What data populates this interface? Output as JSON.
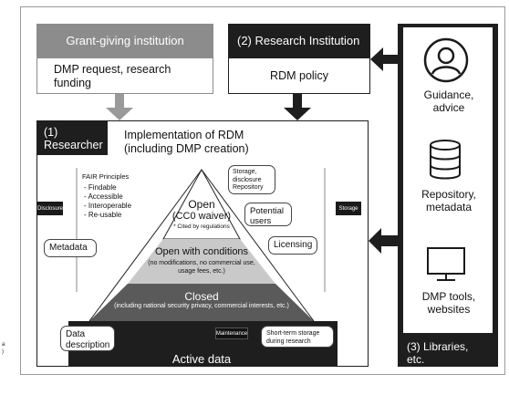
{
  "side_caption": "a\n)",
  "grant": {
    "title": "Grant-giving institution",
    "body": "DMP request, research funding"
  },
  "research_institution": {
    "title": "(2) Research Institution",
    "body": "RDM policy"
  },
  "libraries": {
    "items": [
      {
        "icon": "person-icon",
        "label": "Guidance, advice"
      },
      {
        "icon": "database-icon",
        "label": "Repository, metadata"
      },
      {
        "icon": "monitor-icon",
        "label": "DMP tools, websites"
      }
    ],
    "title": "(3) Libraries, etc."
  },
  "researcher": {
    "tab": "(1) Researcher",
    "heading": "Implementation of RDM (including DMP creation)"
  },
  "fair": {
    "title": "FAIR Principles",
    "items": [
      "- Findable",
      "- Accessible",
      "- Interoperable",
      "- Re-usable"
    ]
  },
  "side_labels": {
    "disclosure": "Disclosure",
    "storage": "Storage"
  },
  "callouts": {
    "metadata": "Metadata",
    "storage": "Storage, disclosure Repository",
    "potential_users": "Potential users",
    "licensing": "Licensing",
    "data_description": "Data description",
    "short_term": "Short-term storage during research",
    "maintenance": "Maintenance"
  },
  "pyramid": {
    "open_title": "Open",
    "open_sub": "(CC0 waiver)",
    "open_note": "* Cited by regulations",
    "conditions_title": "Open with conditions",
    "conditions_sub1": "(no modifications, no commercial use,",
    "conditions_sub2": "usage fees, etc.)",
    "closed_title": "Closed",
    "closed_sub": "(including national security privacy, commercial interests, etc.)",
    "active": "Active data"
  },
  "colors": {
    "grey_header": "#8c8c8c",
    "dark": "#1e1e1e",
    "arrow_grey": "#9a9a9a",
    "arrow_dark": "#1e1e1e"
  }
}
